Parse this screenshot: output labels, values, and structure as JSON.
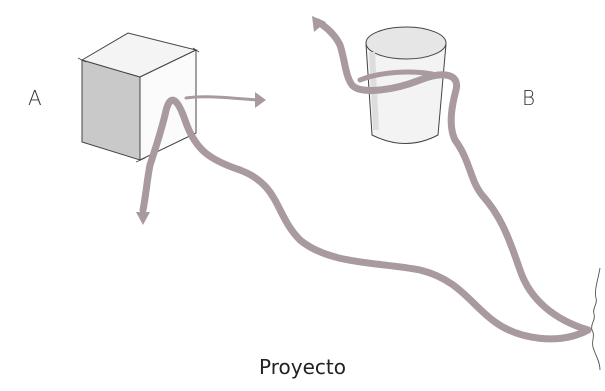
{
  "labels": {
    "a": "A",
    "b": "B"
  },
  "caption": "Proyecto",
  "colors": {
    "background": "#ffffff",
    "ribbon": "#a89a9f",
    "cube_shade": "#c9c9c9",
    "cube_top": "#f2f2f2",
    "cylinder": "#ececec",
    "ink": "#444444"
  },
  "icons": {
    "object_a": "cube-icon",
    "object_b": "cylinder-icon",
    "observer": "face-profile-icon"
  }
}
